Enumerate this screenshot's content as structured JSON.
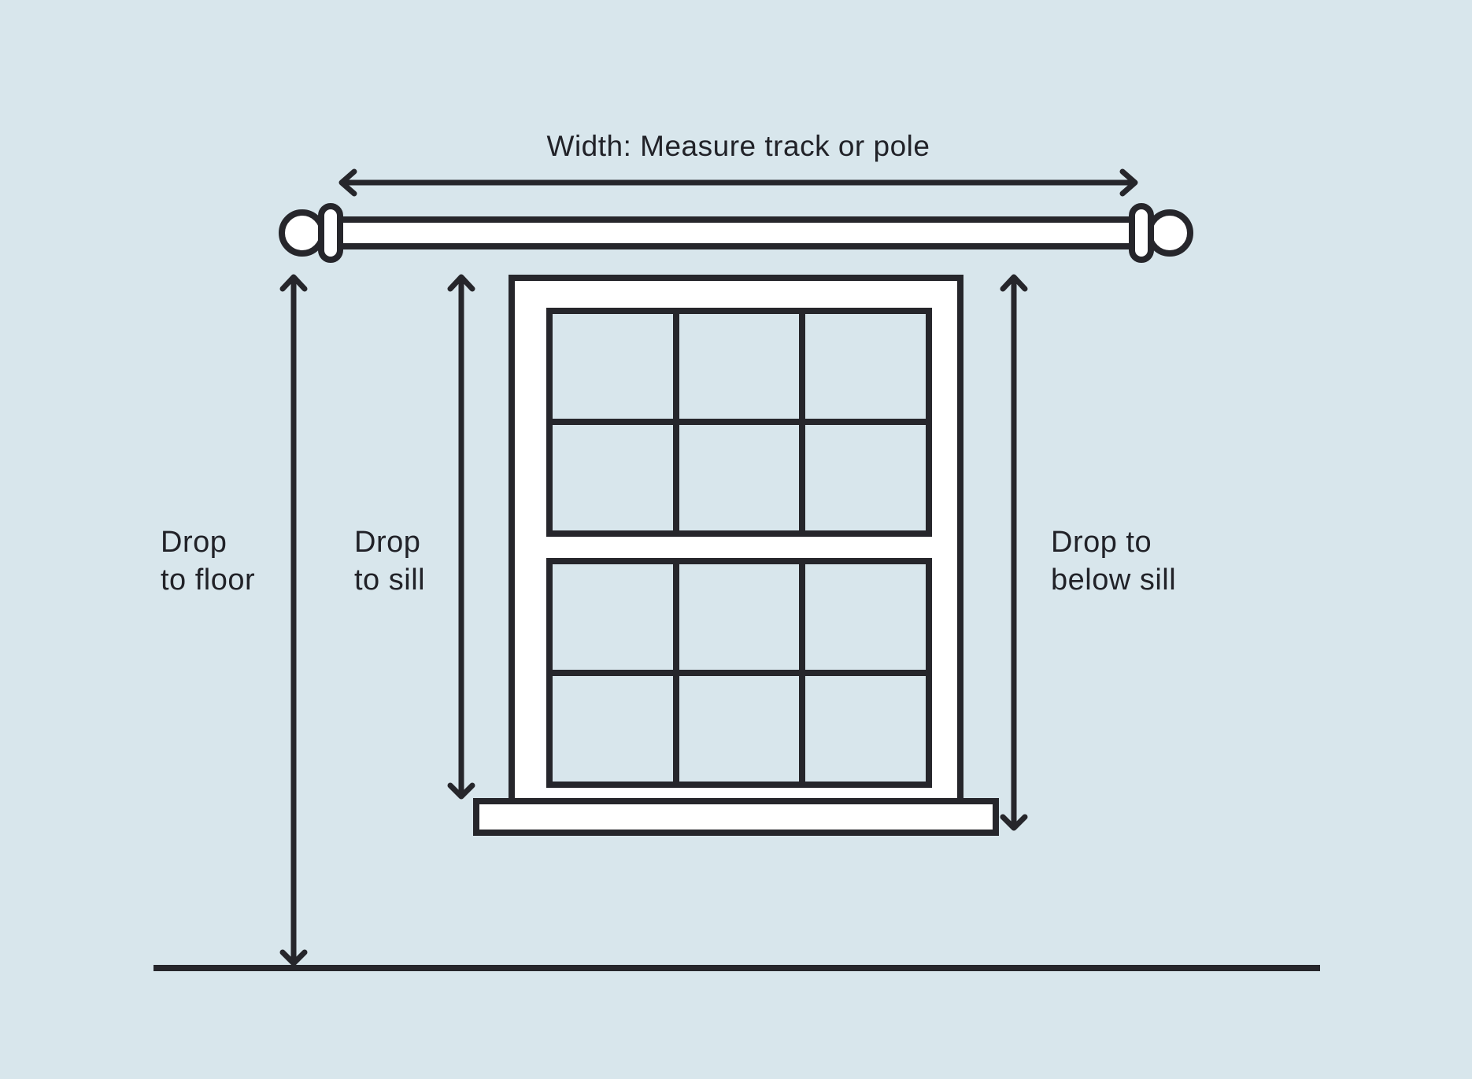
{
  "title": "Width: Measure track or pole",
  "labels": {
    "floor": {
      "line1": "Drop",
      "line2": "to floor"
    },
    "sill": {
      "line1": "Drop",
      "line2": "to sill"
    },
    "below_sill": {
      "line1": "Drop to",
      "line2": "below sill"
    }
  },
  "colors": {
    "background": "#d8e6ec",
    "pane": "#d8e6ec",
    "outline": "#26262b",
    "frame_fill": "#ffffff",
    "text": "#212228"
  }
}
